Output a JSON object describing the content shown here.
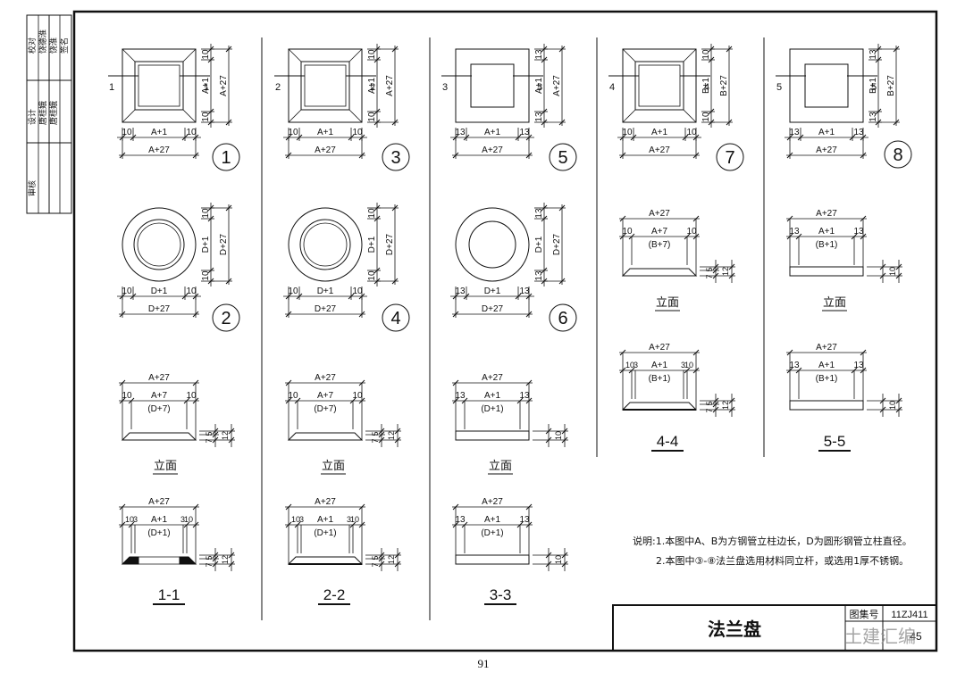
{
  "drawing_title": "法兰盘",
  "atlas_label": "图集号",
  "atlas_no": "11ZJ411",
  "sheet_no": "45",
  "page_number": "91",
  "watermark": "土建汇编",
  "notes": [
    "说明:1.本图中A、B为方钢管立柱边长，D为圆形钢管立柱直径。",
    "2.本图中③-⑧法兰盘选用材料同立杆，或选用1厚不锈钢。"
  ],
  "sidebar": {
    "labels": [
      "校对",
      "设计",
      "审核",
      "唐桂娥",
      "唐桂娥",
      "饶德淮",
      "饶淮",
      "签名"
    ]
  },
  "views": {
    "plan_1": {
      "mark": "1",
      "sec": "1",
      "dims_h": [
        "10",
        "A+1",
        "10",
        "A+27"
      ],
      "dims_v": [
        "10",
        "A+1",
        "10",
        "A+27"
      ]
    },
    "plan_3": {
      "mark": "3",
      "sec": "2",
      "dims_h": [
        "10",
        "A+1",
        "10",
        "A+27"
      ],
      "dims_v": [
        "10",
        "A+1",
        "10",
        "A+27"
      ]
    },
    "plan_5": {
      "mark": "5",
      "sec": "3",
      "dims_h": [
        "13",
        "A+1",
        "13",
        "A+27"
      ],
      "dims_v": [
        "13",
        "A+1",
        "13",
        "A+27"
      ]
    },
    "plan_7": {
      "mark": "7",
      "sec": "4",
      "dims_h": [
        "10",
        "A+1",
        "10",
        "A+27"
      ],
      "dims_v": [
        "10",
        "B+1",
        "10",
        "B+27"
      ]
    },
    "plan_8": {
      "mark": "8",
      "sec": "5",
      "dims_h": [
        "13",
        "A+1",
        "13",
        "A+27"
      ],
      "dims_v": [
        "13",
        "B+1",
        "13",
        "B+27"
      ]
    },
    "plan_2": {
      "mark": "2",
      "dims_h": [
        "10",
        "D+1",
        "10",
        "D+27"
      ],
      "dims_v": [
        "10",
        "D+1",
        "10",
        "D+27"
      ]
    },
    "plan_4": {
      "mark": "4",
      "dims_h": [
        "10",
        "D+1",
        "10",
        "D+27"
      ],
      "dims_v": [
        "10",
        "D+1",
        "10",
        "D+27"
      ]
    },
    "plan_6": {
      "mark": "6",
      "dims_h": [
        "13",
        "D+1",
        "13",
        "D+27"
      ],
      "dims_v": [
        "13",
        "D+1",
        "13",
        "D+27"
      ]
    }
  },
  "elevations": {
    "label": "立面",
    "e1": {
      "top": "A+27",
      "l": "10",
      "mid": "A+7",
      "sub": "(D+7)",
      "r": "10",
      "v1": "5",
      "v2": "7",
      "v3": "12"
    },
    "e2": {
      "top": "A+27",
      "l": "10",
      "mid": "A+7",
      "sub": "(D+7)",
      "r": "10",
      "v1": "5",
      "v2": "7",
      "v3": "12"
    },
    "e3": {
      "top": "A+27",
      "l": "13",
      "mid": "A+1",
      "sub": "(D+1)",
      "r": "13",
      "v1": "10"
    },
    "e4": {
      "top": "A+27",
      "l": "10",
      "mid": "A+7",
      "sub": "(B+7)",
      "r": "10",
      "v1": "5",
      "v2": "7",
      "v3": "12"
    },
    "e5": {
      "top": "A+27",
      "l": "13",
      "mid": "A+1",
      "sub": "(B+1)",
      "r": "13",
      "v1": "10"
    }
  },
  "sections": {
    "s1": {
      "name": "1-1",
      "top": "A+27",
      "l": "10",
      "l2": "3",
      "mid": "A+1",
      "sub": "(D+1)",
      "r2": "3",
      "r": "10",
      "v1": "5",
      "v2": "7",
      "v3": "12"
    },
    "s2": {
      "name": "2-2",
      "top": "A+27",
      "l": "10",
      "l2": "3",
      "mid": "A+1",
      "sub": "(D+1)",
      "r2": "3",
      "r": "10",
      "v1": "5",
      "v2": "7",
      "v3": "12"
    },
    "s3": {
      "name": "3-3",
      "top": "A+27",
      "l": "13",
      "mid": "A+1",
      "sub": "(D+1)",
      "r": "13",
      "v1": "10"
    },
    "s4": {
      "name": "4-4",
      "top": "A+27",
      "l": "10",
      "l2": "3",
      "mid": "A+1",
      "sub": "(B+1)",
      "r2": "3",
      "r": "10",
      "v1": "5",
      "v2": "7",
      "v3": "12"
    },
    "s5": {
      "name": "5-5",
      "top": "A+27",
      "l": "13",
      "mid": "A+1",
      "sub": "(B+1)",
      "r": "13",
      "v1": "10"
    }
  }
}
